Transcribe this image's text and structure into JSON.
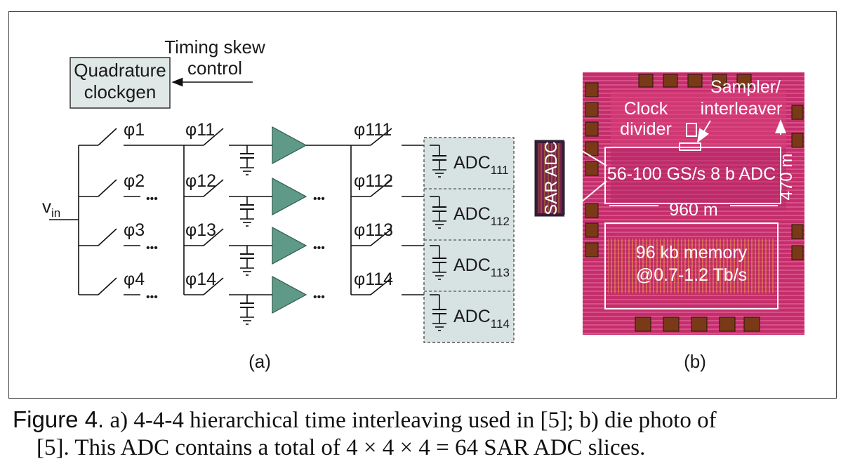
{
  "panel_a": {
    "clockgen_label_line1": "Quadrature",
    "clockgen_label_line2": "clockgen",
    "skew_label_line1": "Timing skew",
    "skew_label_line2": "control",
    "input_label": "v",
    "input_sub": "in",
    "phi_stage1": [
      "φ1",
      "φ2",
      "φ3",
      "φ4"
    ],
    "phi_stage2": [
      "φ11",
      "φ12",
      "φ13",
      "φ14"
    ],
    "phi_stage3": [
      "φ111",
      "φ112",
      "φ113",
      "φ114"
    ],
    "adc_base": "ADC",
    "adc_subs": [
      "111",
      "112",
      "113",
      "114"
    ],
    "dots": "•••",
    "sub_label": "(a)",
    "colors": {
      "amp": "#5f9a88",
      "adc_box": "#d7e2e2"
    }
  },
  "panel_b": {
    "sar_label": "SAR ADC",
    "clock_divider_line1": "Clock",
    "clock_divider_line2": "divider",
    "sampler_line1": "Sampler/",
    "sampler_line2": "interleaver",
    "adc_box_label": "56-100 GS/s 8 b ADC",
    "height_label": "470 m",
    "width_label": "960 m",
    "memory_line1": "96 kb memory",
    "memory_line2": "@0.7-1.2 Tb/s",
    "sub_label": "(b)",
    "colors": {
      "die": "#c8306e",
      "pad": "#7a3a18"
    }
  },
  "caption": {
    "label": "Figure 4.",
    "text_line1": " a) 4-4-4 hierarchical time interleaving used in [5]; b) die photo of",
    "text_line2": "[5]. This ADC contains a total of 4 × 4 × 4 = 64 SAR ADC slices."
  }
}
